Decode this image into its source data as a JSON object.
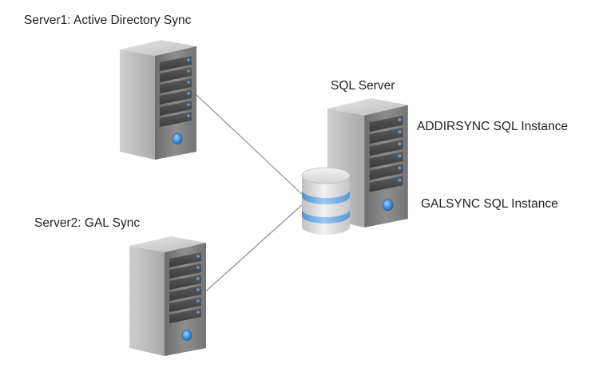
{
  "labels": {
    "server1": "Server1:  Active Directory Sync",
    "server2": "Server2:  GAL Sync",
    "sql_server": "SQL Server",
    "addirsync_instance": "ADDIRSYNC SQL Instance",
    "galsync_instance": "GALSYNC SQL Instance"
  },
  "colors": {
    "server_body": "#8a8a8a",
    "server_dark": "#4a4a4a",
    "server_side": "#b8b8b8",
    "led": "#5aa0e6",
    "power_button": "#3d8fdc",
    "database_stripe": "#6fa8e0",
    "database_body": "#d9d9d9",
    "connector_line": "#8c8c8c"
  },
  "nodes": [
    {
      "id": "server1",
      "icon": "server-tower-icon"
    },
    {
      "id": "server2",
      "icon": "server-tower-icon"
    },
    {
      "id": "sql-server",
      "icon": "server-tower-icon"
    },
    {
      "id": "database",
      "icon": "database-cylinder-icon"
    }
  ],
  "edges": [
    {
      "from": "server1",
      "to": "database"
    },
    {
      "from": "server2",
      "to": "database"
    }
  ]
}
